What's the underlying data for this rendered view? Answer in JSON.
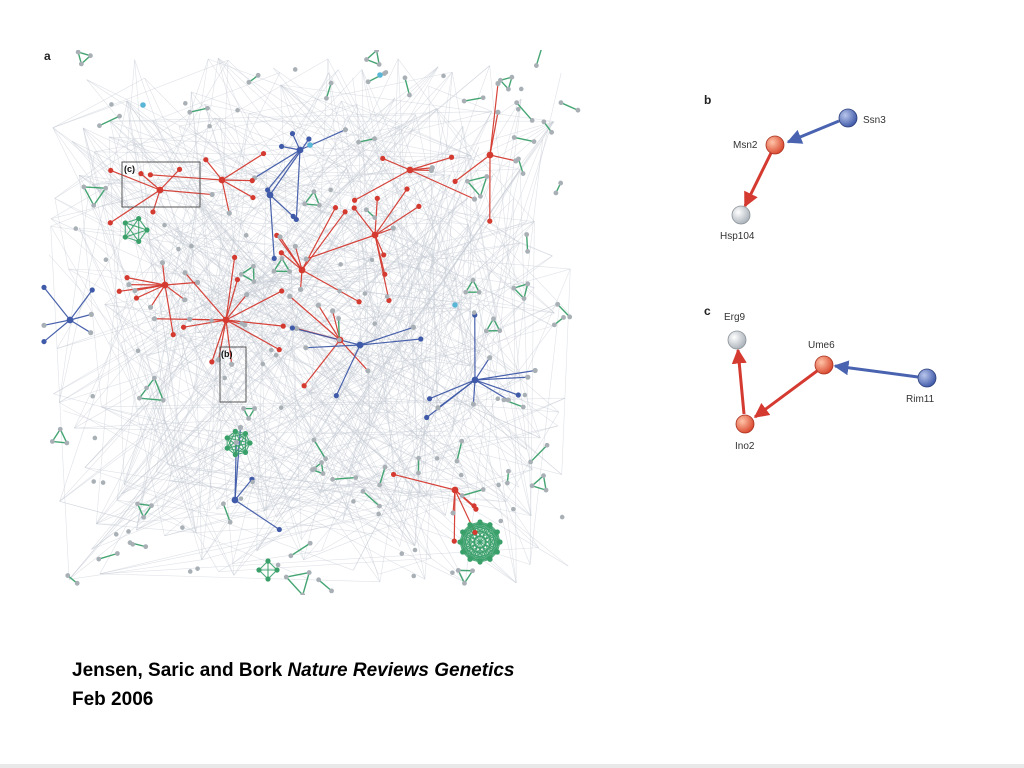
{
  "figure": {
    "panel_a": {
      "letter": "a",
      "inset_c_label": "(c)",
      "inset_b_label": "(b)"
    },
    "panel_b": {
      "letter": "b",
      "nodes": [
        {
          "id": "Ssn3",
          "label": "Ssn3",
          "color": "#4a63b0"
        },
        {
          "id": "Msn2",
          "label": "Msn2",
          "color": "#e05535"
        },
        {
          "id": "Hsp104",
          "label": "Hsp104",
          "color": "#c9d0d6"
        }
      ],
      "edges": [
        {
          "from": "Ssn3",
          "to": "Msn2",
          "color": "#4a63b0"
        },
        {
          "from": "Msn2",
          "to": "Hsp104",
          "color": "#d43a30"
        }
      ]
    },
    "panel_c": {
      "letter": "c",
      "nodes": [
        {
          "id": "Erg9",
          "label": "Erg9",
          "color": "#c9d0d6"
        },
        {
          "id": "Ume6",
          "label": "Ume6",
          "color": "#e05535"
        },
        {
          "id": "Rim11",
          "label": "Rim11",
          "color": "#4a63b0"
        },
        {
          "id": "Ino2",
          "label": "Ino2",
          "color": "#e05535"
        }
      ],
      "edges": [
        {
          "from": "Rim11",
          "to": "Ume6",
          "color": "#4a63b0"
        },
        {
          "from": "Ume6",
          "to": "Ino2",
          "color": "#d43a30"
        },
        {
          "from": "Ino2",
          "to": "Erg9",
          "color": "#d43a30"
        }
      ]
    }
  },
  "colors": {
    "red": "#d43a30",
    "blue": "#3f5aa8",
    "green": "#3aa06a",
    "cyan": "#5ab6d6",
    "grey_node": "#a8b0b6",
    "background_edge": "#c5cad3"
  },
  "citation": {
    "authors": "Jensen, Saric and Bork",
    "journal": "Nature Reviews Genetics",
    "date": "Feb 2006"
  }
}
